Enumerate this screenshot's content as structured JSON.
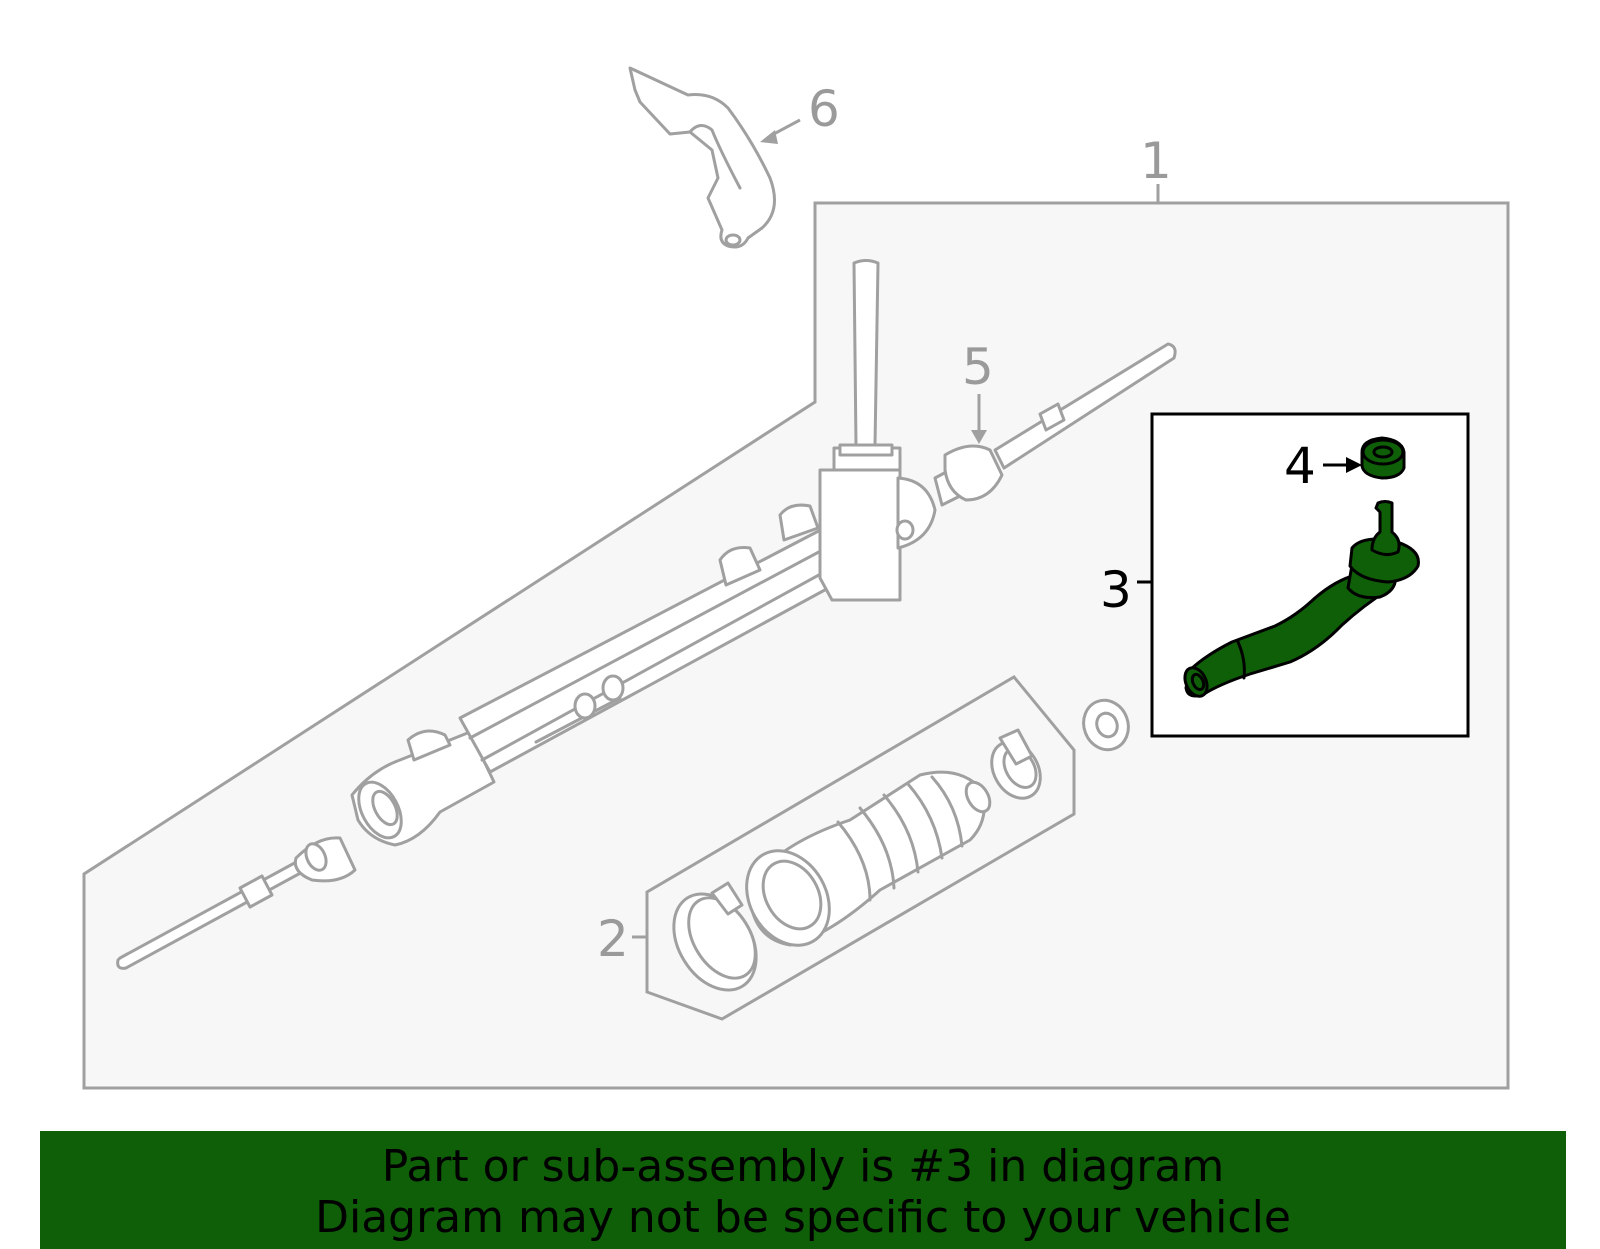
{
  "callouts": {
    "c1": "1",
    "c2": "2",
    "c3": "3",
    "c4": "4",
    "c5": "5",
    "c6": "6"
  },
  "banner": {
    "line1": "Part or sub-assembly is #3 in diagram",
    "line2": "Diagram may not be specific to your vehicle"
  },
  "colors": {
    "highlight": "#0f5e08",
    "outline": "#a0a0a0",
    "panel": "#f7f7f7"
  }
}
